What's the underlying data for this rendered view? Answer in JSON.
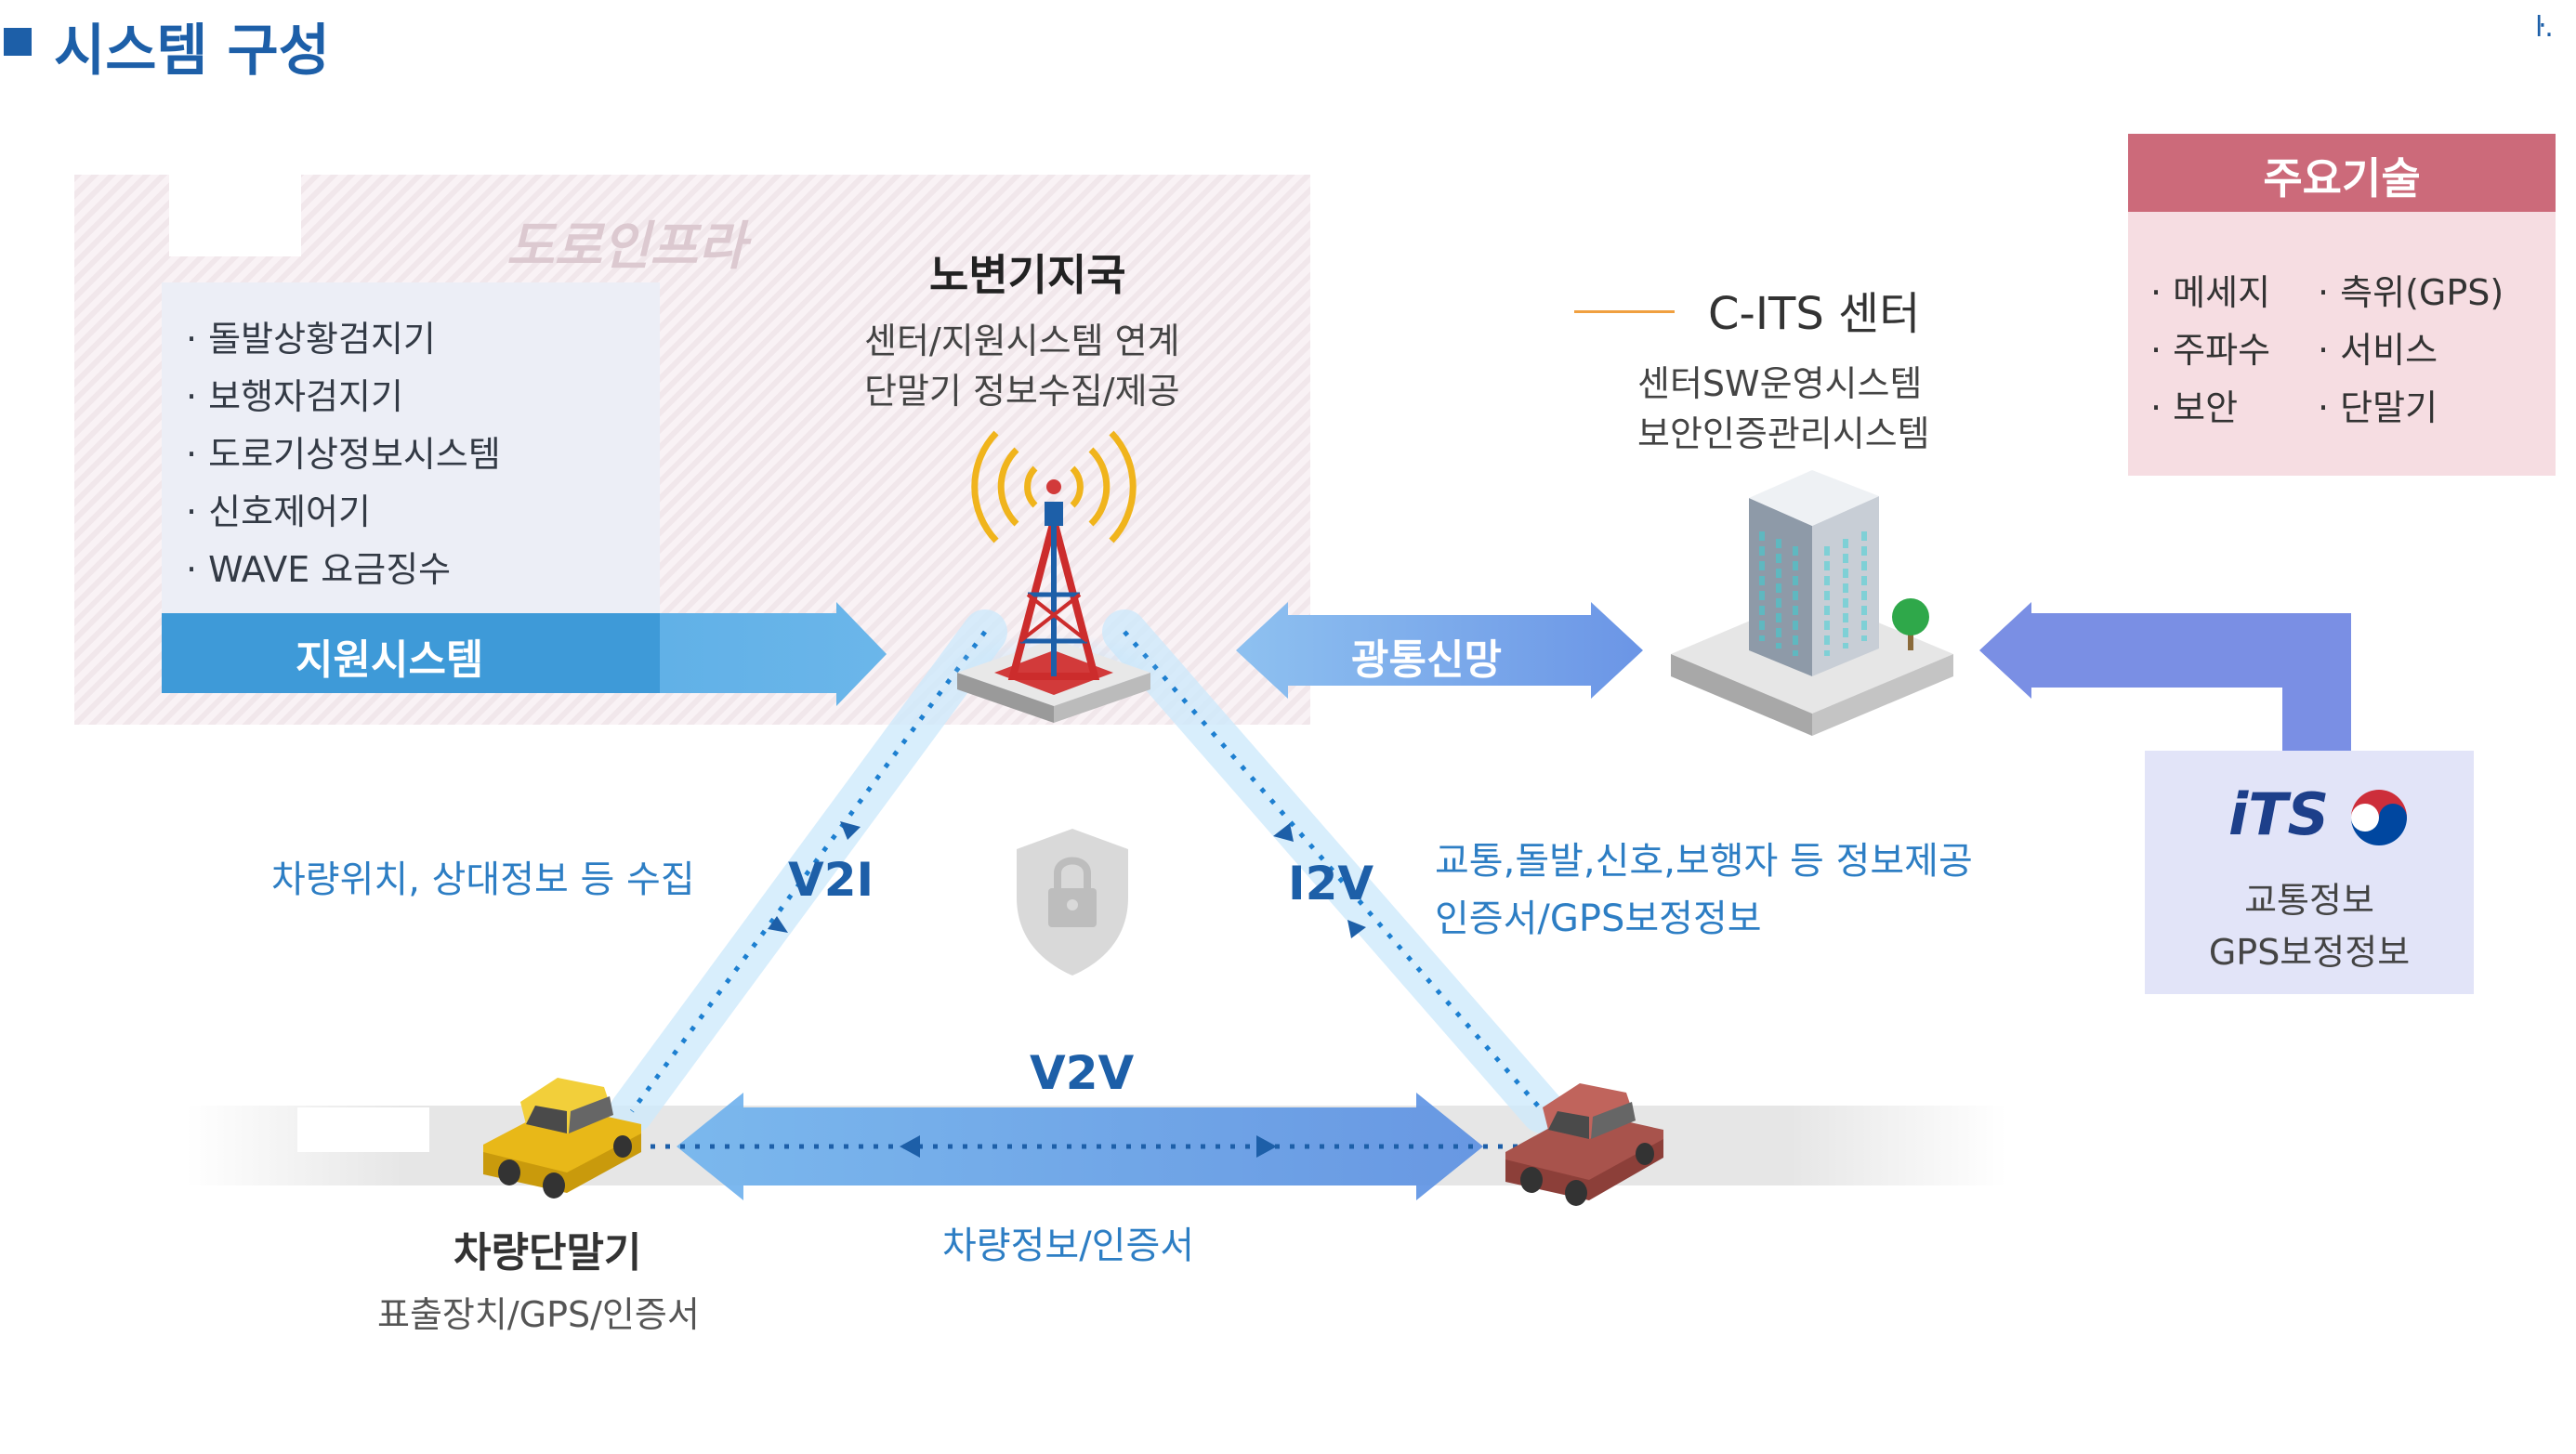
{
  "header": {
    "title": "시스템 구성",
    "corner_text": "ŀ."
  },
  "infra": {
    "zone_title": "도로인프라",
    "support_items": [
      "· 돌발상황검지기",
      "· 보행자검지기",
      "· 도로기상정보시스템",
      "· 신호제어기",
      "· WAVE 요금징수"
    ],
    "support_label": "지원시스템"
  },
  "roadside": {
    "title": "노변기지국",
    "lines": [
      "센터/지원시스템 연계",
      "단말기 정보수집/제공"
    ]
  },
  "network": {
    "label": "광통신망"
  },
  "center": {
    "title": "C-ITS 센터",
    "lines": [
      "센터SW운영시스템",
      "보안인증관리시스템"
    ]
  },
  "key_tech": {
    "title": "주요기술",
    "items": [
      "· 메세지",
      "· 측위(GPS)",
      "· 주파수",
      "· 서비스",
      "· 보안",
      "· 단말기"
    ]
  },
  "its": {
    "logo_text": "iTS",
    "lines": [
      "교통정보",
      "GPS보정정보"
    ]
  },
  "links": {
    "v2i": "V2I",
    "i2v": "I2V",
    "v2v": "V2V",
    "v2i_desc": "차량위치, 상대정보 등 수집",
    "i2v_desc": [
      "교통,돌발,신호,보행자 등 정보제공",
      "인증서/GPS보정정보"
    ],
    "v2v_desc": "차량정보/인증서"
  },
  "vehicle": {
    "title": "차량단말기",
    "desc": "표출장치/GPS/인증서"
  },
  "colors": {
    "title_blue": "#1d5fa8",
    "label_blue": "#2d7ec4",
    "tech_header": "#cc6a7a",
    "tech_body": "#f6dde2",
    "its_box": "#e2e4f8",
    "center_orange": "#f0a040"
  }
}
